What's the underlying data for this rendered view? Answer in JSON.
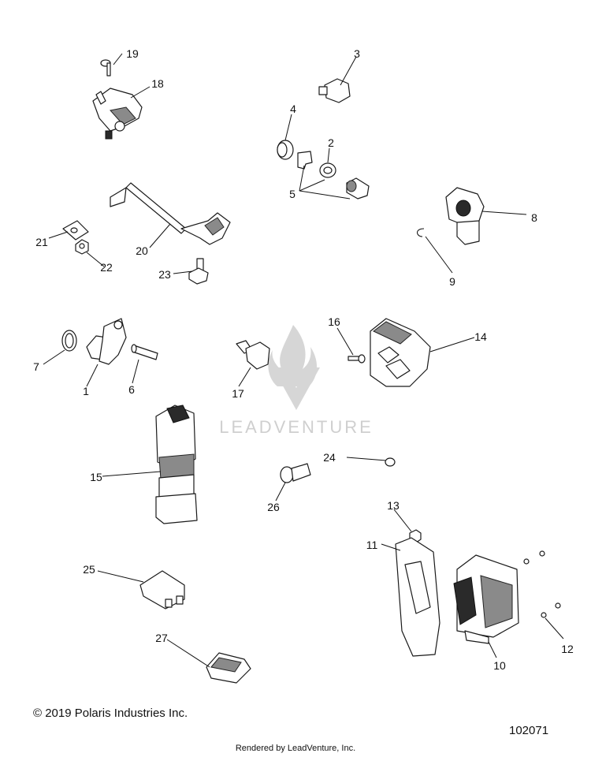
{
  "diagram": {
    "callouts": [
      "1",
      "2",
      "3",
      "4",
      "5",
      "6",
      "7",
      "8",
      "9",
      "10",
      "11",
      "12",
      "13",
      "14",
      "15",
      "16",
      "17",
      "18",
      "19",
      "20",
      "21",
      "22",
      "23",
      "24",
      "25",
      "26",
      "27"
    ],
    "watermark_text": "LEADVENTURE"
  },
  "footer": {
    "copyright": "© 2019 Polaris Industries Inc.",
    "document_number": "102071",
    "rendered_by": "Rendered by LeadVenture, Inc."
  }
}
